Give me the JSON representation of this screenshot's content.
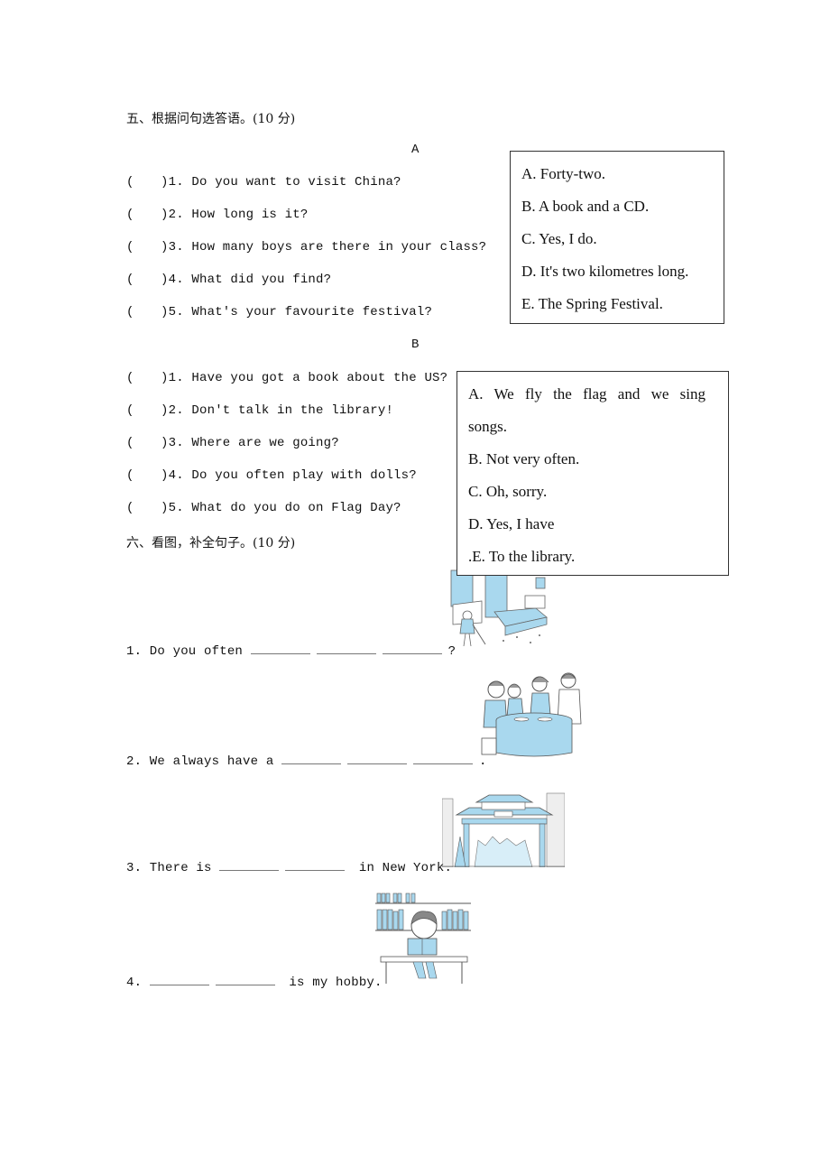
{
  "section5": {
    "title": "五、根据问句选答语。(10 分)",
    "partA": {
      "label": "A",
      "questions": [
        {
          "paren": "(",
          "text": ")1. Do you want to visit China?"
        },
        {
          "paren": "(",
          "text": ")2. How long is it?"
        },
        {
          "paren": "(",
          "text": ")3. How many boys are there in your class?"
        },
        {
          "paren": "(",
          "text": ")4. What did you find?"
        },
        {
          "paren": "(",
          "text": ")5. What's your favourite festival?"
        }
      ],
      "options": [
        "A. Forty-two.",
        "B. A book and a CD.",
        "C. Yes, I do.",
        "D. It's two kilometres long.",
        "E. The Spring Festival."
      ]
    },
    "partB": {
      "label": "B",
      "questions": [
        {
          "paren": "(",
          "text": ")1. Have you got a book about the US?"
        },
        {
          "paren": "(",
          "text": ")2. Don't talk in the library!"
        },
        {
          "paren": "(",
          "text": ")3. Where are we going?"
        },
        {
          "paren": "(",
          "text": ")4. Do you often play with dolls?"
        },
        {
          "paren": "(",
          "text": ")5. What do you do on Flag Day?"
        }
      ],
      "options": [
        "A.  We  fly  the  flag  and  we  sing",
        "songs.",
        "B. Not very often.",
        "C. Oh, sorry.",
        "D. Yes, I have",
        ".E. To the library."
      ]
    }
  },
  "section6": {
    "title": "六、看图，补全句子。(10 分)",
    "items": [
      {
        "prefix": "1. Do you often",
        "suffix": "?",
        "blanks": 3,
        "image": "girl-sweeping-bedroom"
      },
      {
        "prefix": "2. We always have a",
        "suffix": ".",
        "blanks": 3,
        "image": "family-dinner-table"
      },
      {
        "prefix": "3. There is",
        "suffix": "in New York.",
        "blanks": 2,
        "image": "chinatown-gate"
      },
      {
        "prefix": "4.",
        "suffix": "is my hobby.",
        "blanks": 2,
        "image": "boy-reading-library"
      }
    ]
  },
  "colors": {
    "text": "#111111",
    "border": "#333333",
    "illustration_blue": "#a9d8ee",
    "illustration_line": "#555555"
  }
}
